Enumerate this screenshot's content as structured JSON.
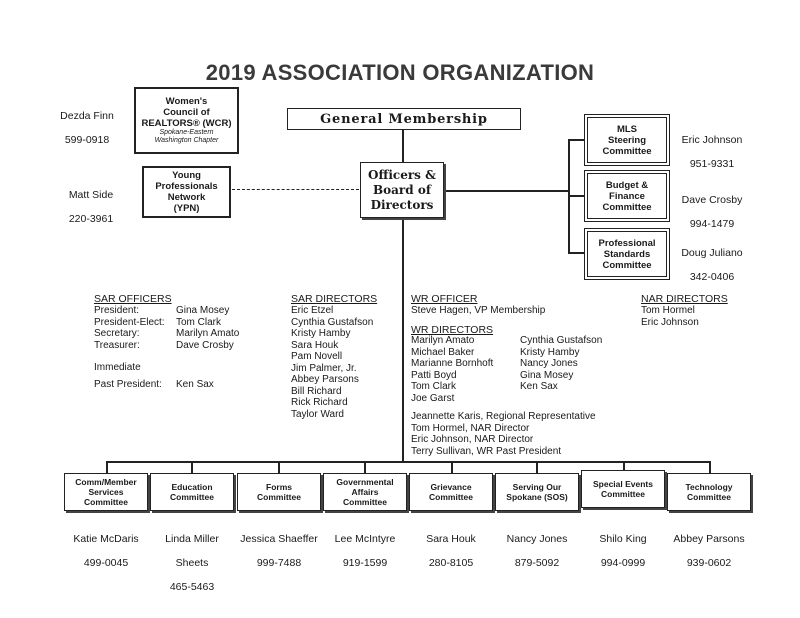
{
  "title": "2019 ASSOCIATION ORGANIZATION",
  "general_membership": "General Membership",
  "officers_board": [
    "Officers &",
    "Board of",
    "Directors"
  ],
  "wcr": {
    "lines": [
      "Women's",
      "Council of",
      "REALTORS® (WCR)"
    ],
    "sub": [
      "Spokane-Eastern",
      "Washington Chapter"
    ],
    "contact_name": "Dezda Finn",
    "contact_phone": "599-0918"
  },
  "ypn": {
    "lines": [
      "Young",
      "Professionals",
      "Network",
      "(YPN)"
    ],
    "contact_name": "Matt Side",
    "contact_phone": "220-3961"
  },
  "right_committees": [
    {
      "lines": [
        "MLS",
        "Steering",
        "Committee"
      ],
      "contact_name": "Eric Johnson",
      "contact_phone": "951-9331"
    },
    {
      "lines": [
        "Budget &",
        "Finance",
        "Committee"
      ],
      "contact_name": "Dave Crosby",
      "contact_phone": "994-1479"
    },
    {
      "lines": [
        "Professional",
        "Standards",
        "Committee"
      ],
      "contact_name": "Doug Juliano",
      "contact_phone": "342-0406"
    }
  ],
  "sar_officers": {
    "heading": "SAR OFFICERS",
    "rows": [
      {
        "role": "President:",
        "name": "Gina Mosey"
      },
      {
        "role": "President-Elect:",
        "name": "Tom Clark"
      },
      {
        "role": "Secretary:",
        "name": "Marilyn Amato"
      },
      {
        "role": "Treasurer:",
        "name": "Dave Crosby"
      }
    ],
    "immediate": "Immediate",
    "past_role": "Past President:",
    "past_name": "Ken Sax"
  },
  "sar_directors": {
    "heading": "SAR DIRECTORS",
    "names": [
      "Eric Etzel",
      "Cynthia Gustafson",
      "Kristy Hamby",
      "Sara Houk",
      "Pam Novell",
      "Jim Palmer, Jr.",
      "Abbey Parsons",
      "Bill Richard",
      "Rick Richard",
      "Taylor Ward"
    ]
  },
  "wr_officer": {
    "heading": "WR OFFICER",
    "name": "Steve Hagen, VP Membership"
  },
  "wr_directors": {
    "heading": "WR DIRECTORS",
    "col1": [
      "Marilyn Amato",
      "Michael Baker",
      "Marianne Bornhoft",
      "Patti Boyd",
      "Tom Clark",
      "Joe Garst"
    ],
    "col2": [
      "Cynthia Gustafson",
      "Kristy Hamby",
      "Nancy Jones",
      "Gina Mosey",
      "Ken Sax"
    ],
    "extra": [
      "Jeannette Karis, Regional Representative",
      "Tom Hormel, NAR Director",
      "Eric Johnson, NAR Director",
      "Terry Sullivan, WR Past President"
    ]
  },
  "nar_directors": {
    "heading": "NAR DIRECTORS",
    "names": [
      "Tom Hormel",
      "Eric Johnson"
    ]
  },
  "bottom_committees": [
    {
      "lines": [
        "Comm/Member",
        "Services",
        "Committee"
      ],
      "contact": [
        "Katie McDaris",
        "499-0045"
      ]
    },
    {
      "lines": [
        "Education",
        "Committee"
      ],
      "contact": [
        "Linda Miller",
        "Sheets",
        "465-5463"
      ]
    },
    {
      "lines": [
        "Forms",
        "Committee"
      ],
      "contact": [
        "Jessica Shaeffer",
        "999-7488"
      ]
    },
    {
      "lines": [
        "Governmental",
        "Affairs",
        "Committee"
      ],
      "contact": [
        "Lee McIntyre",
        "919-1599"
      ]
    },
    {
      "lines": [
        "Grievance",
        "Committee"
      ],
      "contact": [
        "Sara Houk",
        "280-8105"
      ]
    },
    {
      "lines": [
        "Serving Our",
        "Spokane (SOS)"
      ],
      "contact": [
        "Nancy Jones",
        "879-5092"
      ]
    },
    {
      "lines": [
        "Special Events",
        "Committee"
      ],
      "contact": [
        "Shilo King",
        "994-0999"
      ]
    },
    {
      "lines": [
        "Technology",
        "Committee"
      ],
      "contact": [
        "Abbey Parsons",
        "939-0602"
      ]
    }
  ]
}
